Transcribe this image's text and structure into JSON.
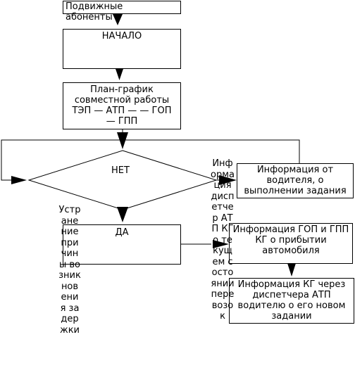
{
  "nodes": {
    "mobile_subscribers": "Подвижные абоненты",
    "start": "НАЧАЛО",
    "plan_schedule": "План-график совместной работы ТЭП — АТП — — ГОП — ГПП",
    "decision_no": "НЕТ",
    "decision_yes": "ДА",
    "driver_info": "Информация от водителя, о выполнении задания",
    "gop_gpp_info": "Информация ГОП и ГПП КГ о прибытии автомобиля",
    "kg_info": "Информация КГ через диспетчера АТП водителю о его новом задании"
  },
  "side_texts": {
    "eliminate_causes": "Устранение причины возникновения задержки",
    "dispatcher_info": "Информация диспетчер АТП КГ о текущем состоянии перевозок"
  }
}
